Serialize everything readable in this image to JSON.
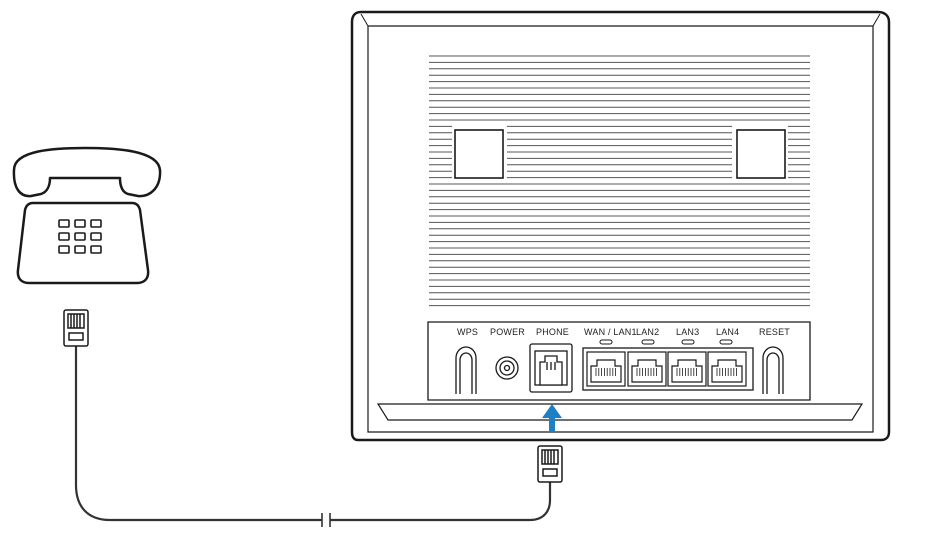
{
  "router": {
    "ports": [
      {
        "id": "wps",
        "label": "WPS"
      },
      {
        "id": "power",
        "label": "POWER"
      },
      {
        "id": "phone",
        "label": "PHONE"
      },
      {
        "id": "wan-lan1",
        "label": "WAN / LAN1"
      },
      {
        "id": "lan2",
        "label": "LAN2"
      },
      {
        "id": "lan3",
        "label": "LAN3"
      },
      {
        "id": "lan4",
        "label": "LAN4"
      },
      {
        "id": "reset",
        "label": "RESET"
      }
    ]
  },
  "colors": {
    "outline": "#1a1a1a",
    "arrow": "#1f7fc4",
    "panel": "#ffffff"
  },
  "icons": {
    "telephone": "telephone-icon",
    "connector": "rj11-connector-icon",
    "arrow": "arrow-up-icon"
  }
}
